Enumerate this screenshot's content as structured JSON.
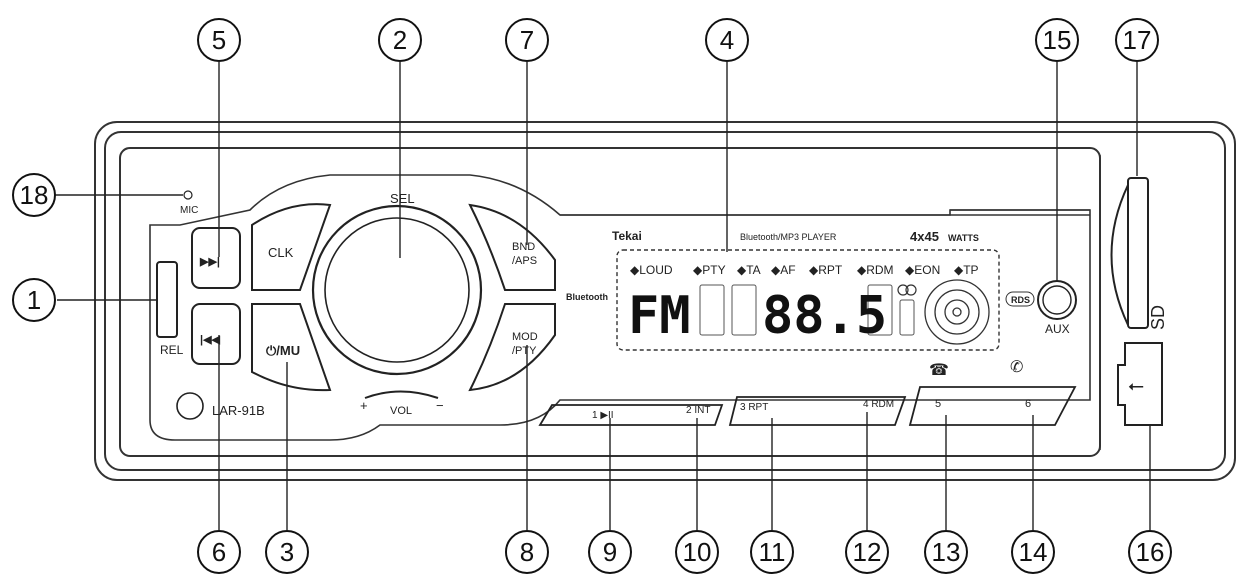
{
  "callouts": [
    {
      "id": "c1",
      "num": "1"
    },
    {
      "id": "c2",
      "num": "2"
    },
    {
      "id": "c3",
      "num": "3"
    },
    {
      "id": "c4",
      "num": "4"
    },
    {
      "id": "c5",
      "num": "5"
    },
    {
      "id": "c6",
      "num": "6"
    },
    {
      "id": "c7",
      "num": "7"
    },
    {
      "id": "c8",
      "num": "8"
    },
    {
      "id": "c9",
      "num": "9"
    },
    {
      "id": "c10",
      "num": "10"
    },
    {
      "id": "c11",
      "num": "11"
    },
    {
      "id": "c12",
      "num": "12"
    },
    {
      "id": "c13",
      "num": "13"
    },
    {
      "id": "c14",
      "num": "14"
    },
    {
      "id": "c15",
      "num": "15"
    },
    {
      "id": "c16",
      "num": "16"
    },
    {
      "id": "c17",
      "num": "17"
    },
    {
      "id": "c18",
      "num": "18"
    }
  ],
  "labels": {
    "mic": "MIC",
    "rel": "REL",
    "model": "LAR-91B",
    "sel": "SEL",
    "clk": "CLK",
    "power_mute": "⏻/MU",
    "next": "▶▶|",
    "prev": "|◀◀",
    "bnd": "BND",
    "aps": "/APS",
    "mod": "MOD",
    "pty": "/PTY",
    "vol": "VOL",
    "vol_plus": "+",
    "vol_minus": "−",
    "brand": "Tekai",
    "player": "Bluetooth/MP3 PLAYER",
    "watts": "4x45",
    "watts_unit": "WATTS",
    "bluetooth": "Bluetooth",
    "rds": "RDS",
    "aux": "AUX",
    "sd": "SD",
    "preset1": "1 ▶II",
    "preset2": "2 INT",
    "preset3": "3 RPT",
    "preset4": "4 RDM",
    "preset5": "5",
    "preset6": "6"
  },
  "display": {
    "indicators": [
      "◆LOUD",
      "◆PTY",
      "◆TA",
      "◆AF",
      "◆RPT",
      "◆RDM",
      "◆EON",
      "◆TP"
    ],
    "band": "FM",
    "frequency": "88.5"
  }
}
